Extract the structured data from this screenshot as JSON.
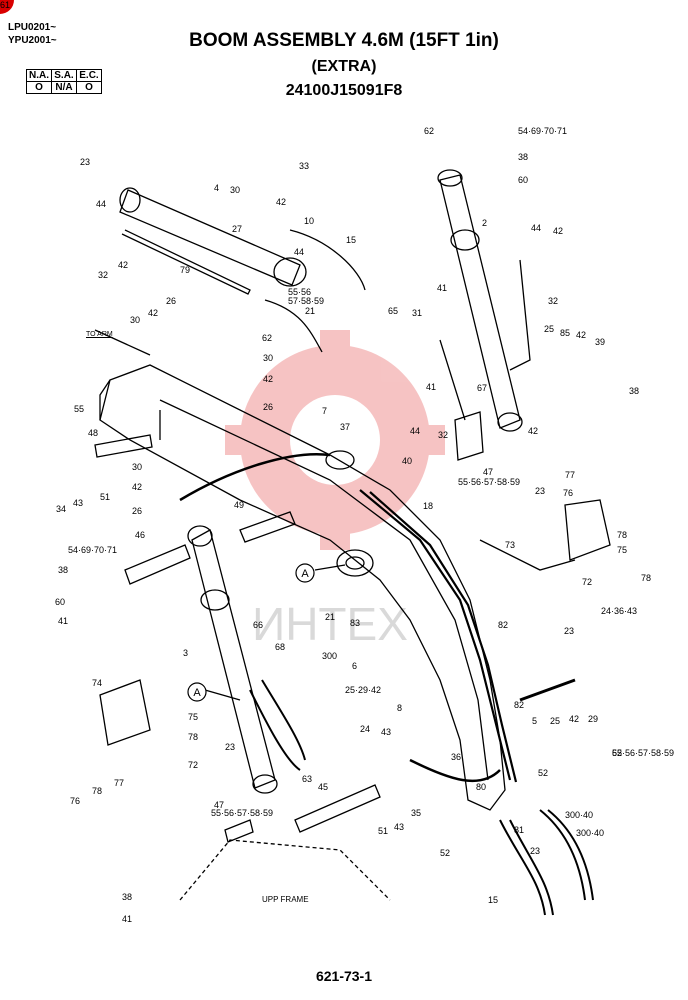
{
  "header": {
    "model_codes": [
      "LPU0201~",
      "YPU2001~"
    ],
    "title": "BOOM ASSEMBLY 4.6M (15FT 1in)",
    "subtitle": "(EXTRA)",
    "part_number": "24100J15091F8"
  },
  "availability_table": {
    "headers": [
      "N.A.",
      "S.A.",
      "E.C."
    ],
    "values": [
      "O",
      "N/A",
      "O"
    ]
  },
  "annotations": {
    "to_arm": "TO ARM",
    "upp_frame": "UPP FRAME",
    "detail_marker": "A",
    "watermark": "ИНТЕХ"
  },
  "callouts": [
    "23",
    "4",
    "33",
    "30",
    "42",
    "44",
    "10",
    "27",
    "32",
    "42",
    "79",
    "44",
    "15",
    "55·56",
    "57·58·59",
    "21",
    "62",
    "26",
    "30",
    "42",
    "30",
    "42",
    "26",
    "55",
    "48",
    "34",
    "43",
    "51",
    "30",
    "42",
    "26",
    "46",
    "54·69·70·71",
    "38",
    "60",
    "41",
    "74",
    "75",
    "78",
    "72",
    "76",
    "78",
    "77",
    "3",
    "66",
    "68",
    "23",
    "63",
    "47",
    "55·56·57·58·59",
    "45",
    "51",
    "43",
    "35",
    "38",
    "41",
    "49",
    "37",
    "7",
    "40",
    "18",
    "21",
    "83",
    "300",
    "6",
    "25·29·42",
    "8",
    "24",
    "43",
    "36",
    "80",
    "81",
    "23",
    "15",
    "62",
    "52",
    "300·40",
    "62",
    "54·69·70·71",
    "38",
    "60",
    "41",
    "2",
    "44",
    "42",
    "32",
    "65",
    "31",
    "25",
    "85",
    "42",
    "39",
    "38",
    "41",
    "67",
    "44",
    "32",
    "42",
    "55·56·57·58·59",
    "47",
    "23",
    "77",
    "76",
    "78",
    "75",
    "78",
    "72",
    "73",
    "82",
    "24·36·43",
    "23",
    "82",
    "5",
    "25",
    "42",
    "29",
    "55·56·57·58·59",
    "52",
    "300·40",
    "61"
  ],
  "footer": {
    "page": "621-73-1"
  },
  "colors": {
    "ink": "#000000",
    "watermark": "#f3b0b0",
    "corner_mark": "#d90000"
  }
}
